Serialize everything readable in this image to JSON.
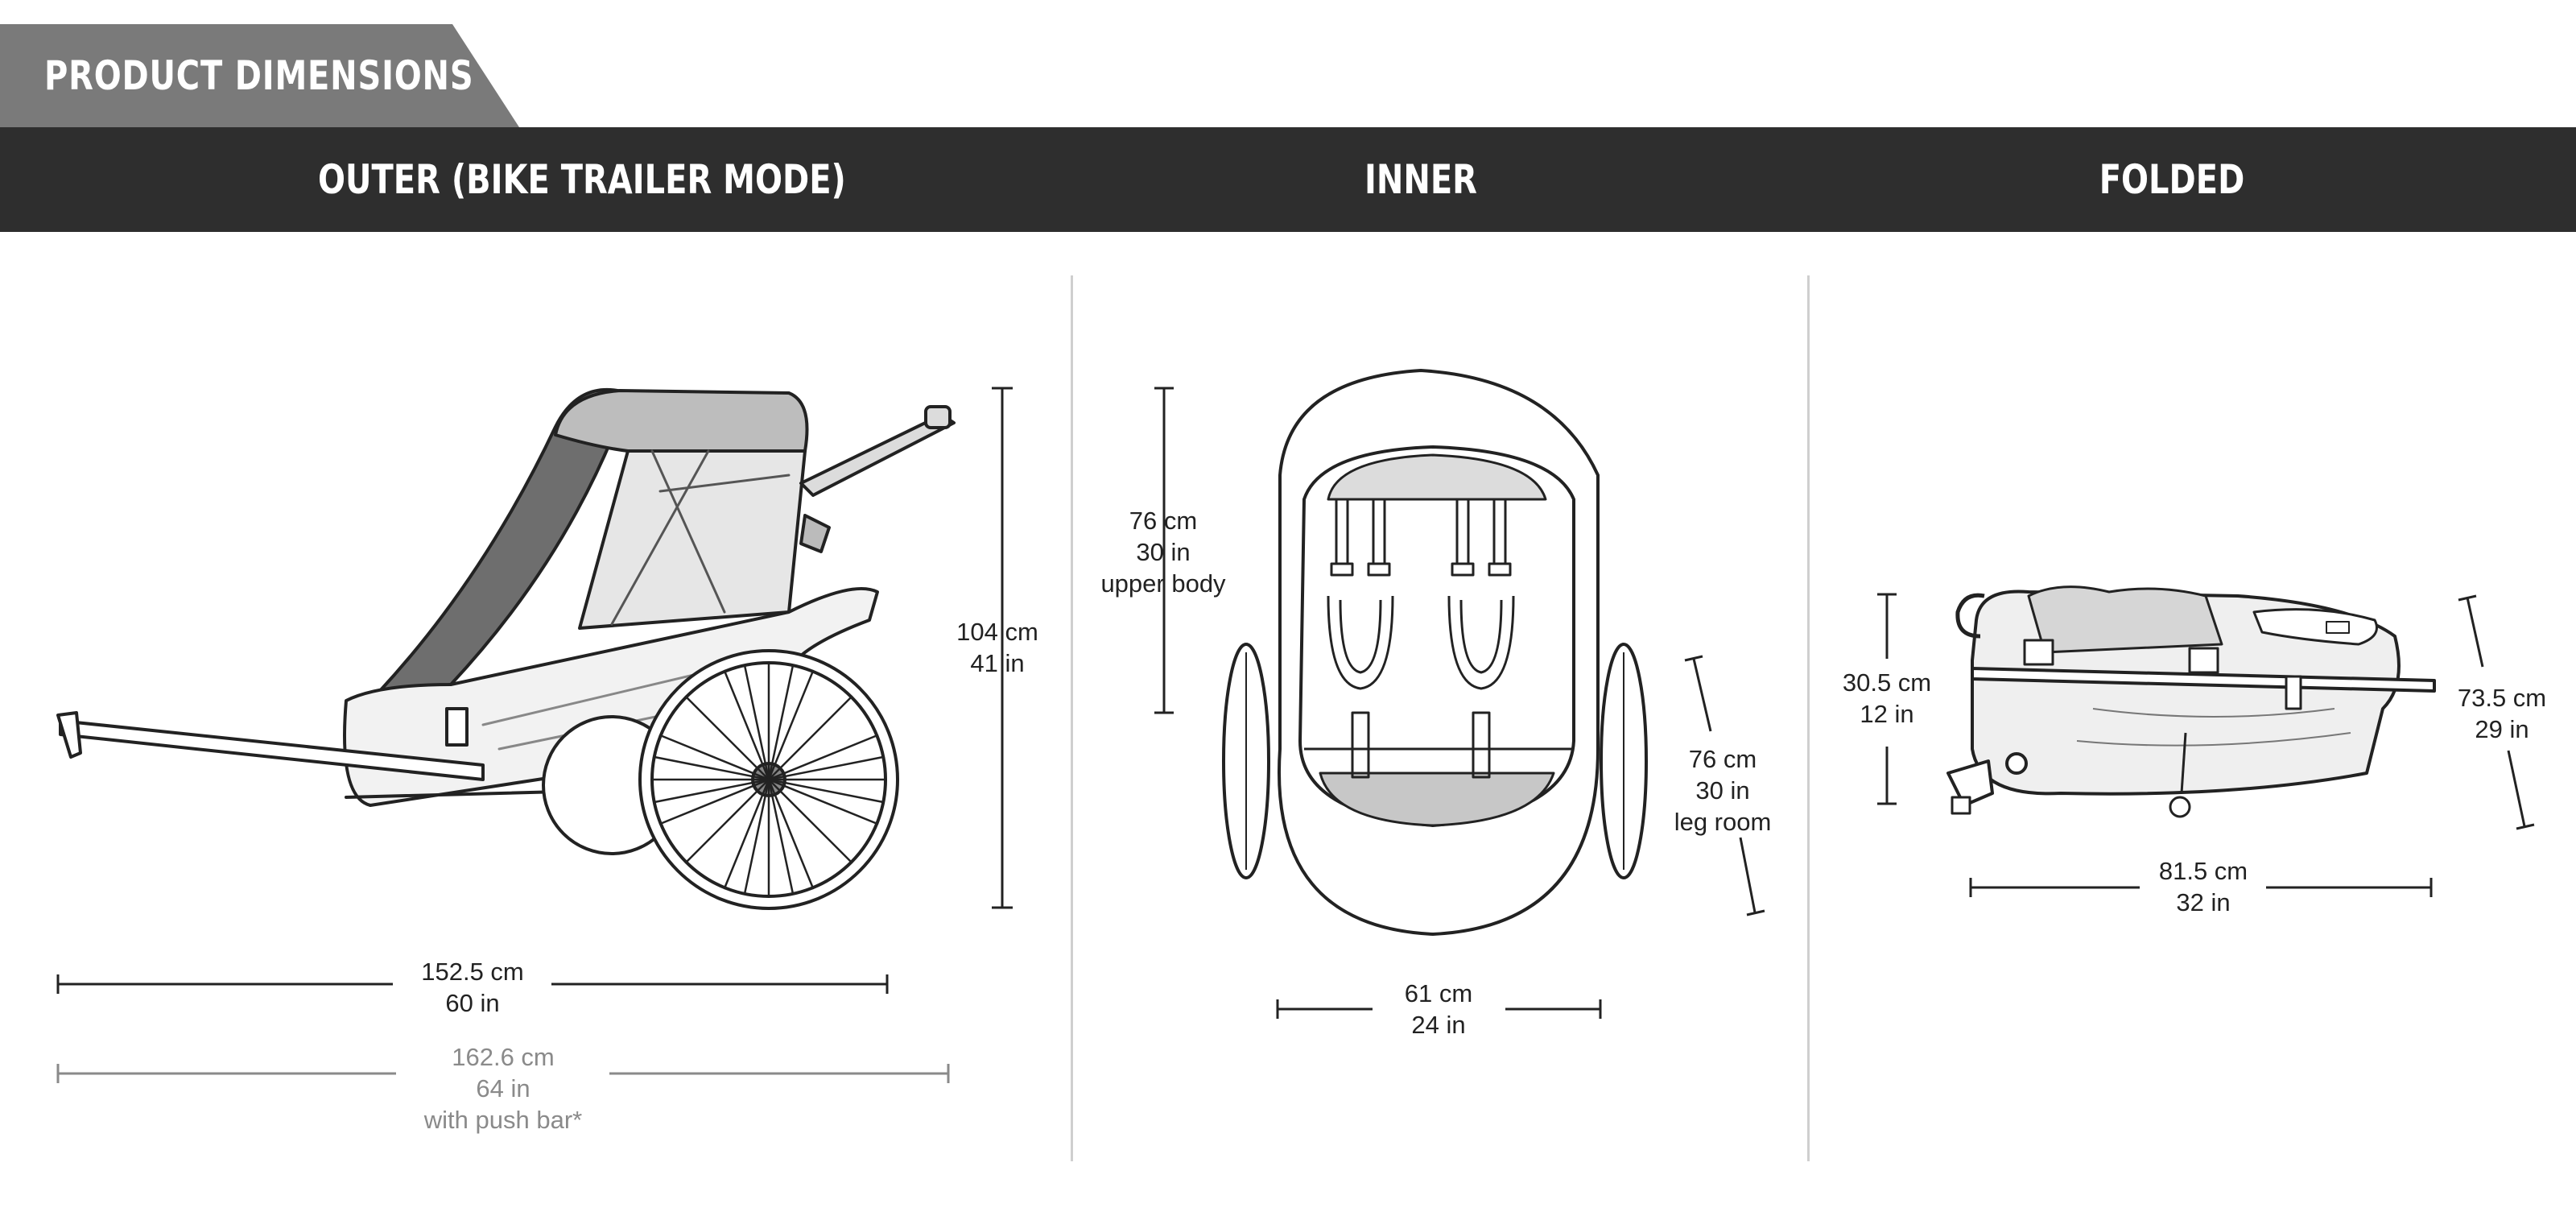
{
  "header": {
    "title": "PRODUCT DIMENSIONS"
  },
  "columns": [
    {
      "title": "OUTER (BIKE TRAILER MODE)"
    },
    {
      "title": "INNER"
    },
    {
      "title": "FOLDED"
    }
  ],
  "outer": {
    "length": {
      "metric": "152.5 cm",
      "imperial": "60 in"
    },
    "length_push_bar": {
      "metric": "162.6 cm",
      "imperial": "64 in",
      "note": "with push bar*"
    },
    "height": {
      "metric": "104 cm",
      "imperial": "41 in"
    }
  },
  "inner": {
    "upper_body": {
      "metric": "76 cm",
      "imperial": "30 in",
      "note": "upper body"
    },
    "leg_room": {
      "metric": "76 cm",
      "imperial": "30 in",
      "note": "leg room"
    },
    "width": {
      "metric": "61 cm",
      "imperial": "24 in"
    }
  },
  "folded": {
    "height": {
      "metric": "30.5 cm",
      "imperial": "12 in"
    },
    "length": {
      "metric": "81.5 cm",
      "imperial": "32 in"
    },
    "diagonal": {
      "metric": "73.5 cm",
      "imperial": "29 in"
    }
  },
  "colors": {
    "header_bar": "#2e2e2e",
    "header_tab": "#7a7a7a",
    "line": "#222222",
    "muted": "#8a8a8a"
  }
}
